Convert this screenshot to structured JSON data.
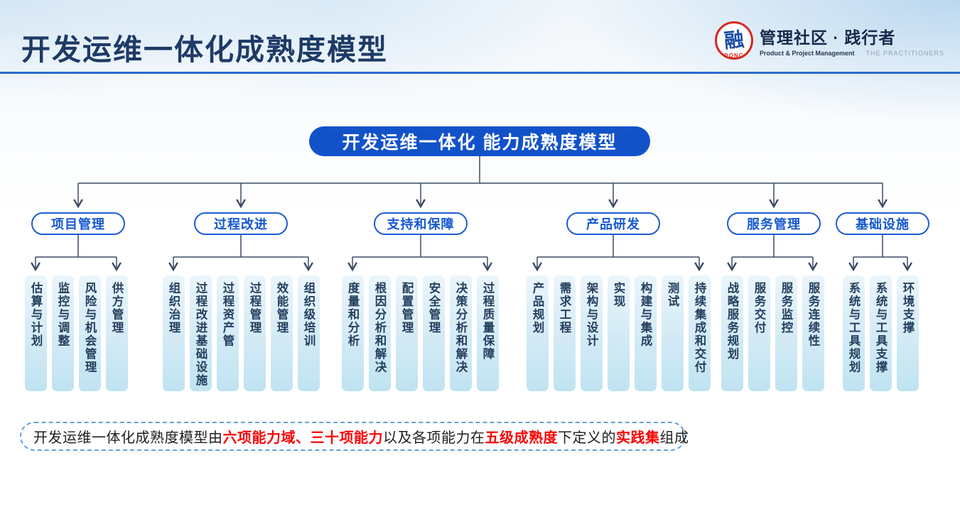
{
  "header": {
    "title": "开发运维一体化成熟度模型",
    "logo": {
      "symbol": "融",
      "symbol_caption": "RONG",
      "name": "管理社区 · 践行者",
      "subtitle_left": "Product & Project Management",
      "subtitle_right": "THE PRACTITIONERS"
    }
  },
  "diagram": {
    "root": {
      "label": "开发运维一体化 能力成熟度模型"
    },
    "groups": [
      {
        "label": "项目管理",
        "children": [
          "估算与计划",
          "监控与调整",
          "风险与机会管理",
          "供方管理"
        ]
      },
      {
        "label": "过程改进",
        "children": [
          "组织治理",
          "过程改进基础设施",
          "过程资产管",
          "过程管理",
          "效能管理",
          "组织级培训"
        ]
      },
      {
        "label": "支持和保障",
        "children": [
          "度量和分析",
          "根因分析和解决",
          "配置管理",
          "安全管理",
          "决策分析和解决",
          "过程质量保障"
        ]
      },
      {
        "label": "产品研发",
        "children": [
          "产品规划",
          "需求工程",
          "架构与设计",
          "实现",
          "构建与集成",
          "测试",
          "持续集成和交付"
        ]
      },
      {
        "label": "服务管理",
        "children": [
          "战略服务规划",
          "服务交付",
          "服务监控",
          "服务连续性"
        ]
      },
      {
        "label": "基础设施",
        "children": [
          "系统与工具规划",
          "系统与工具支撑",
          "环境支撑"
        ]
      }
    ]
  },
  "footer": {
    "segments": [
      {
        "text": "开发运维一体化成熟度模型由",
        "em": false
      },
      {
        "text": "六项能力域",
        "em": true
      },
      {
        "text": "、",
        "em": true
      },
      {
        "text": "三十项能力",
        "em": true
      },
      {
        "text": "以及各项能力在",
        "em": false
      },
      {
        "text": "五级成熟度",
        "em": true
      },
      {
        "text": "下定义的",
        "em": false
      },
      {
        "text": "实践集",
        "em": true
      },
      {
        "text": "组成",
        "em": false
      }
    ]
  },
  "colors": {
    "root_fill": "#1252c9",
    "category_blue": "#1d5bd3",
    "line": "#3b4b64",
    "highlight_red": "#f90506",
    "leaf_top": "#eaf5fb",
    "leaf_bottom": "#bfe3f1",
    "title_navy": "#1e3a66",
    "rule_blue": "#2a6ad0"
  }
}
